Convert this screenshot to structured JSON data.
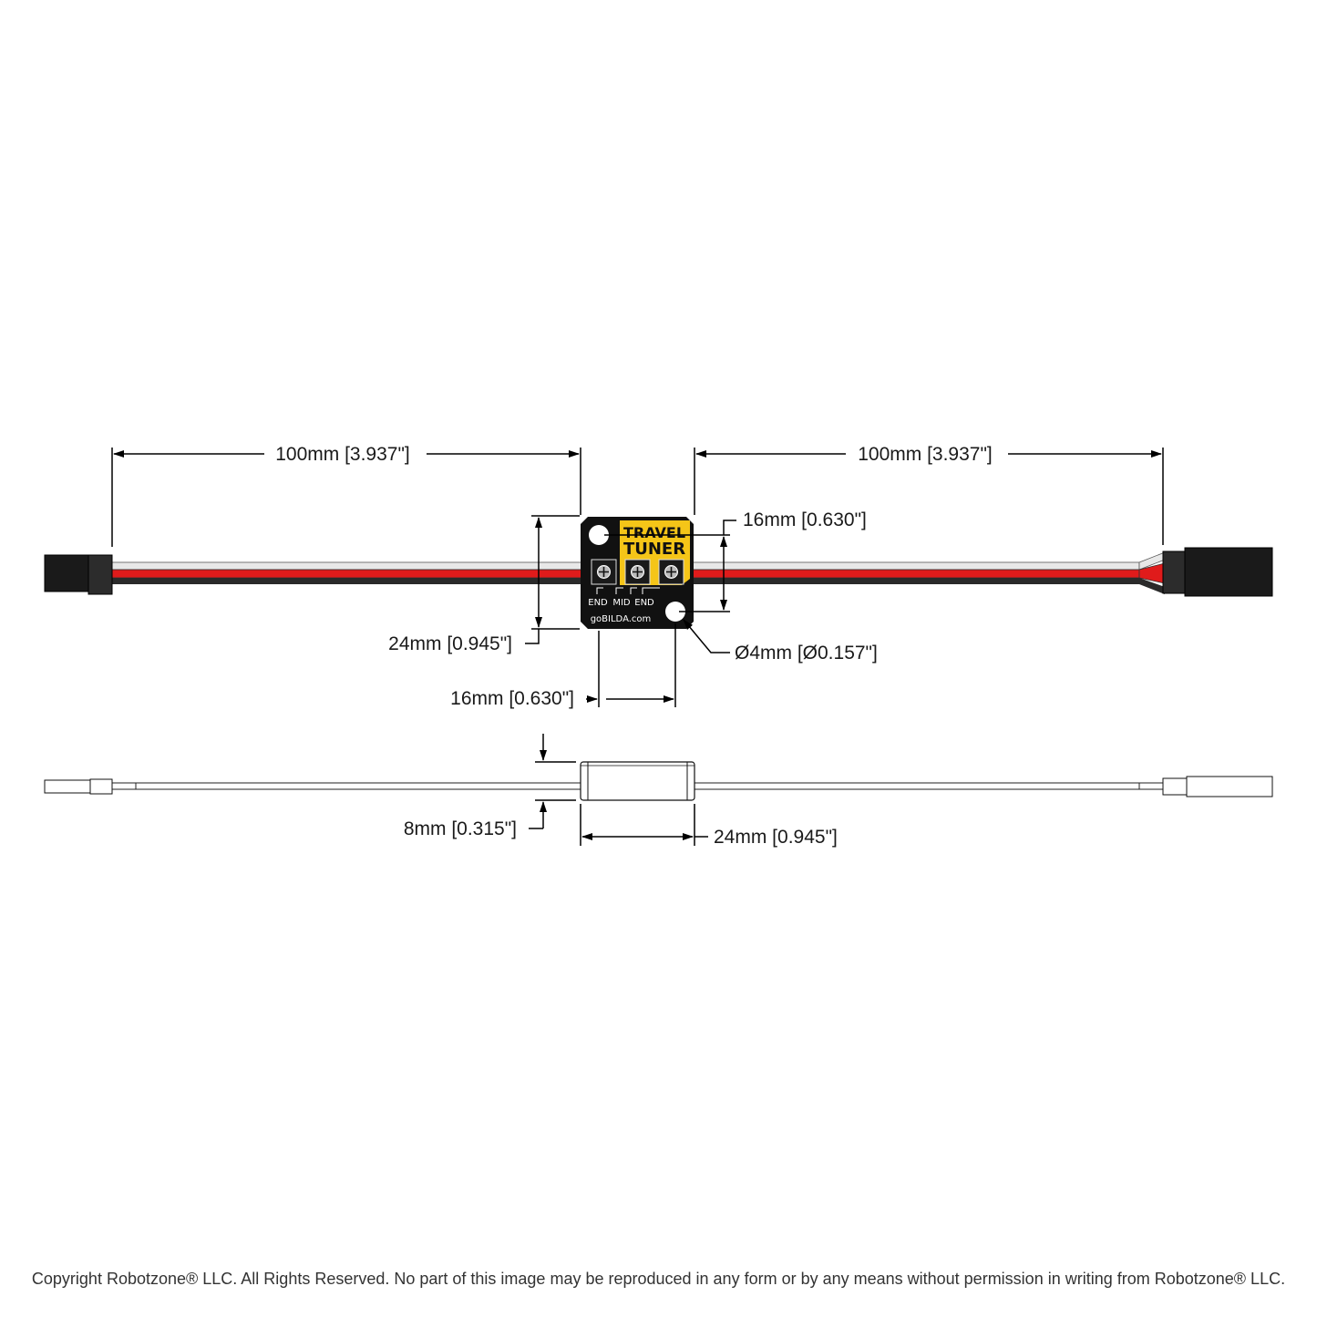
{
  "dimensions": {
    "left_cable_length": "100mm [3.937\"]",
    "right_cable_length": "100mm [3.937\"]",
    "hole_spacing_vertical": "16mm [0.630\"]",
    "board_height": "24mm [0.945\"]",
    "hole_diameter": "Ø4mm [Ø0.157\"]",
    "hole_spacing_horizontal": "16mm [0.630\"]",
    "board_thickness": "8mm [0.315\"]",
    "side_length": "24mm [0.945\"]"
  },
  "board": {
    "title_line1": "TRAVEL",
    "title_line2": "TUNER",
    "pot_labels": [
      "END",
      "MID",
      "END"
    ],
    "website": "goBILDA.com",
    "colors": {
      "pcb": "#111111",
      "label": "#F5C518",
      "wire_red": "#E01B1B",
      "wire_white": "#E8E8E8",
      "wire_black": "#2A2A2A"
    }
  },
  "footer": {
    "copyright": "Copyright Robotzone® LLC.  All Rights Reserved. No part of this image may be reproduced in any form or by any means without permission in writing from Robotzone® LLC."
  }
}
